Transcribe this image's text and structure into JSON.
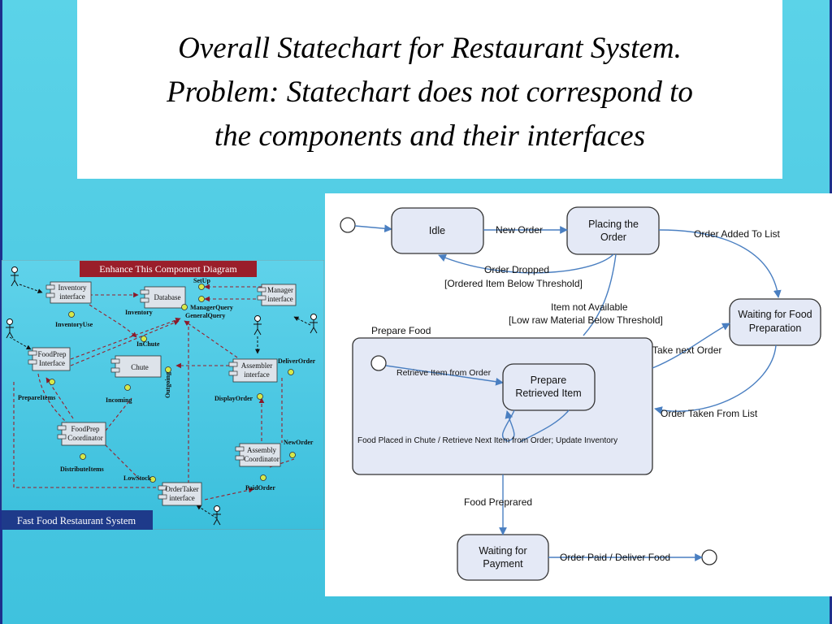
{
  "slide": {
    "title_lines": [
      "Overall Statechart for Restaurant System.",
      "Problem: Statechart does not correspond to",
      "the components and their interfaces"
    ]
  },
  "statechart": {
    "states": {
      "idle": "Idle",
      "placing": [
        "Placing the",
        "Order"
      ],
      "waiting_food": [
        "Waiting for Food",
        "Preparation"
      ],
      "prepare_food": "Prepare Food",
      "prepare_retrieved": [
        "Prepare",
        "Retrieved Item"
      ],
      "waiting_payment": [
        "Waiting for",
        "Payment"
      ]
    },
    "transitions": {
      "new_order": "New Order",
      "order_dropped": [
        "Order Dropped",
        "[Ordered Item Below Threshold]"
      ],
      "item_not_available": [
        "Item not Available",
        "[Low raw Material Below Threshold]"
      ],
      "order_added": "Order Added To List",
      "take_next": "Take next Order",
      "order_taken": "Order Taken From List",
      "retrieve_item": "Retrieve Item from Order",
      "food_placed": "Food Placed in Chute / Retrieve Next Item from Order; Update Inventory",
      "food_prepared": "Food Preprared",
      "order_paid": "Order Paid / Deliver Food"
    }
  },
  "component_diagram": {
    "header": "Enhance This Component Diagram",
    "footer": "Fast Food Restaurant System",
    "components": {
      "inventory": [
        "Inventory",
        "interface"
      ],
      "database": "Database",
      "manager": [
        "Manager",
        "interface"
      ],
      "foodprep_iface": [
        "FoodPrep",
        "Interface"
      ],
      "chute": "Chute",
      "assembler": [
        "Assembler",
        "interface"
      ],
      "foodprep_coord": [
        "FoodPrep",
        "Coordinator"
      ],
      "assembly_coord": [
        "Assembly",
        "Coordinator"
      ],
      "ordertaker": [
        "OrderTaker",
        "interface"
      ]
    },
    "ports": {
      "setup": "SetUp",
      "managerquery": "ManagerQuery",
      "generalquery": "GeneralQuery",
      "inventory": "Inventory",
      "inventoryuse": "InventoryUse",
      "inchute": "InChute",
      "outgoing": "Outgoing",
      "incoming": "Incoming",
      "prepareitems": "PrepareItems",
      "deliverorder": "DeliverOrder",
      "displayorder": "DisplayOrder",
      "distributeitems": "DistributeItems",
      "neworder": "NewOrder",
      "lowstock": "LowStock",
      "paidorder": "PaidOrder"
    }
  }
}
